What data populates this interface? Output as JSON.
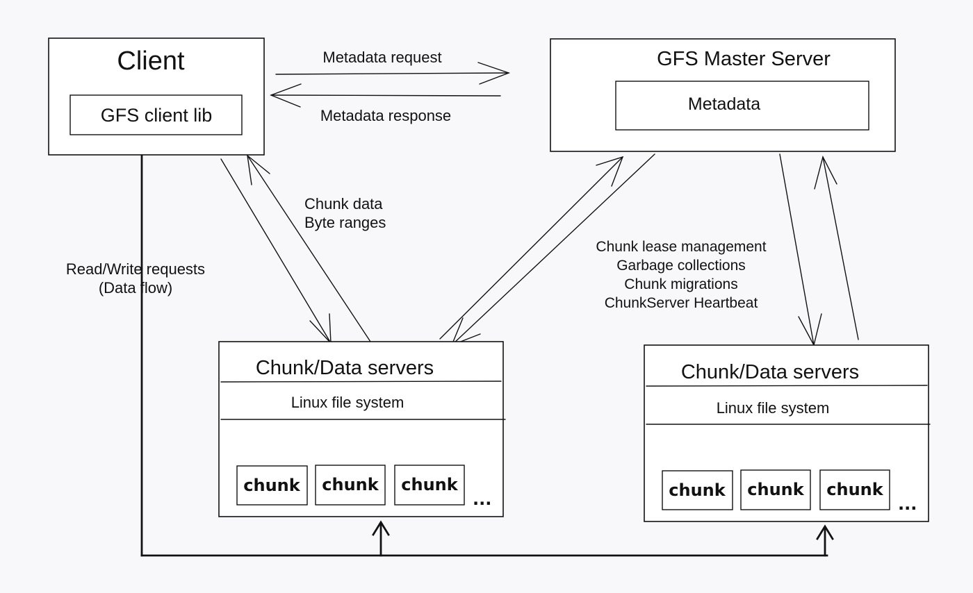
{
  "client": {
    "title": "Client",
    "lib": "GFS client lib"
  },
  "master": {
    "title": "GFS Master Server",
    "metadata": "Metadata"
  },
  "edges": {
    "metadata_request": "Metadata request",
    "metadata_response": "Metadata response",
    "chunk_data": "Chunk data",
    "byte_ranges": "Byte ranges",
    "read_write": "Read/Write requests",
    "data_flow": "(Data flow)",
    "master_ops": [
      "Chunk lease management",
      "Garbage collections",
      "Chunk migrations",
      "ChunkServer Heartbeat"
    ]
  },
  "chunk_servers": [
    {
      "title": "Chunk/Data servers",
      "fs": "Linux file system",
      "chunks": [
        "chunk",
        "chunk",
        "chunk"
      ],
      "more": "..."
    },
    {
      "title": "Chunk/Data servers",
      "fs": "Linux file system",
      "chunks": [
        "chunk",
        "chunk",
        "chunk"
      ],
      "more": "..."
    }
  ]
}
